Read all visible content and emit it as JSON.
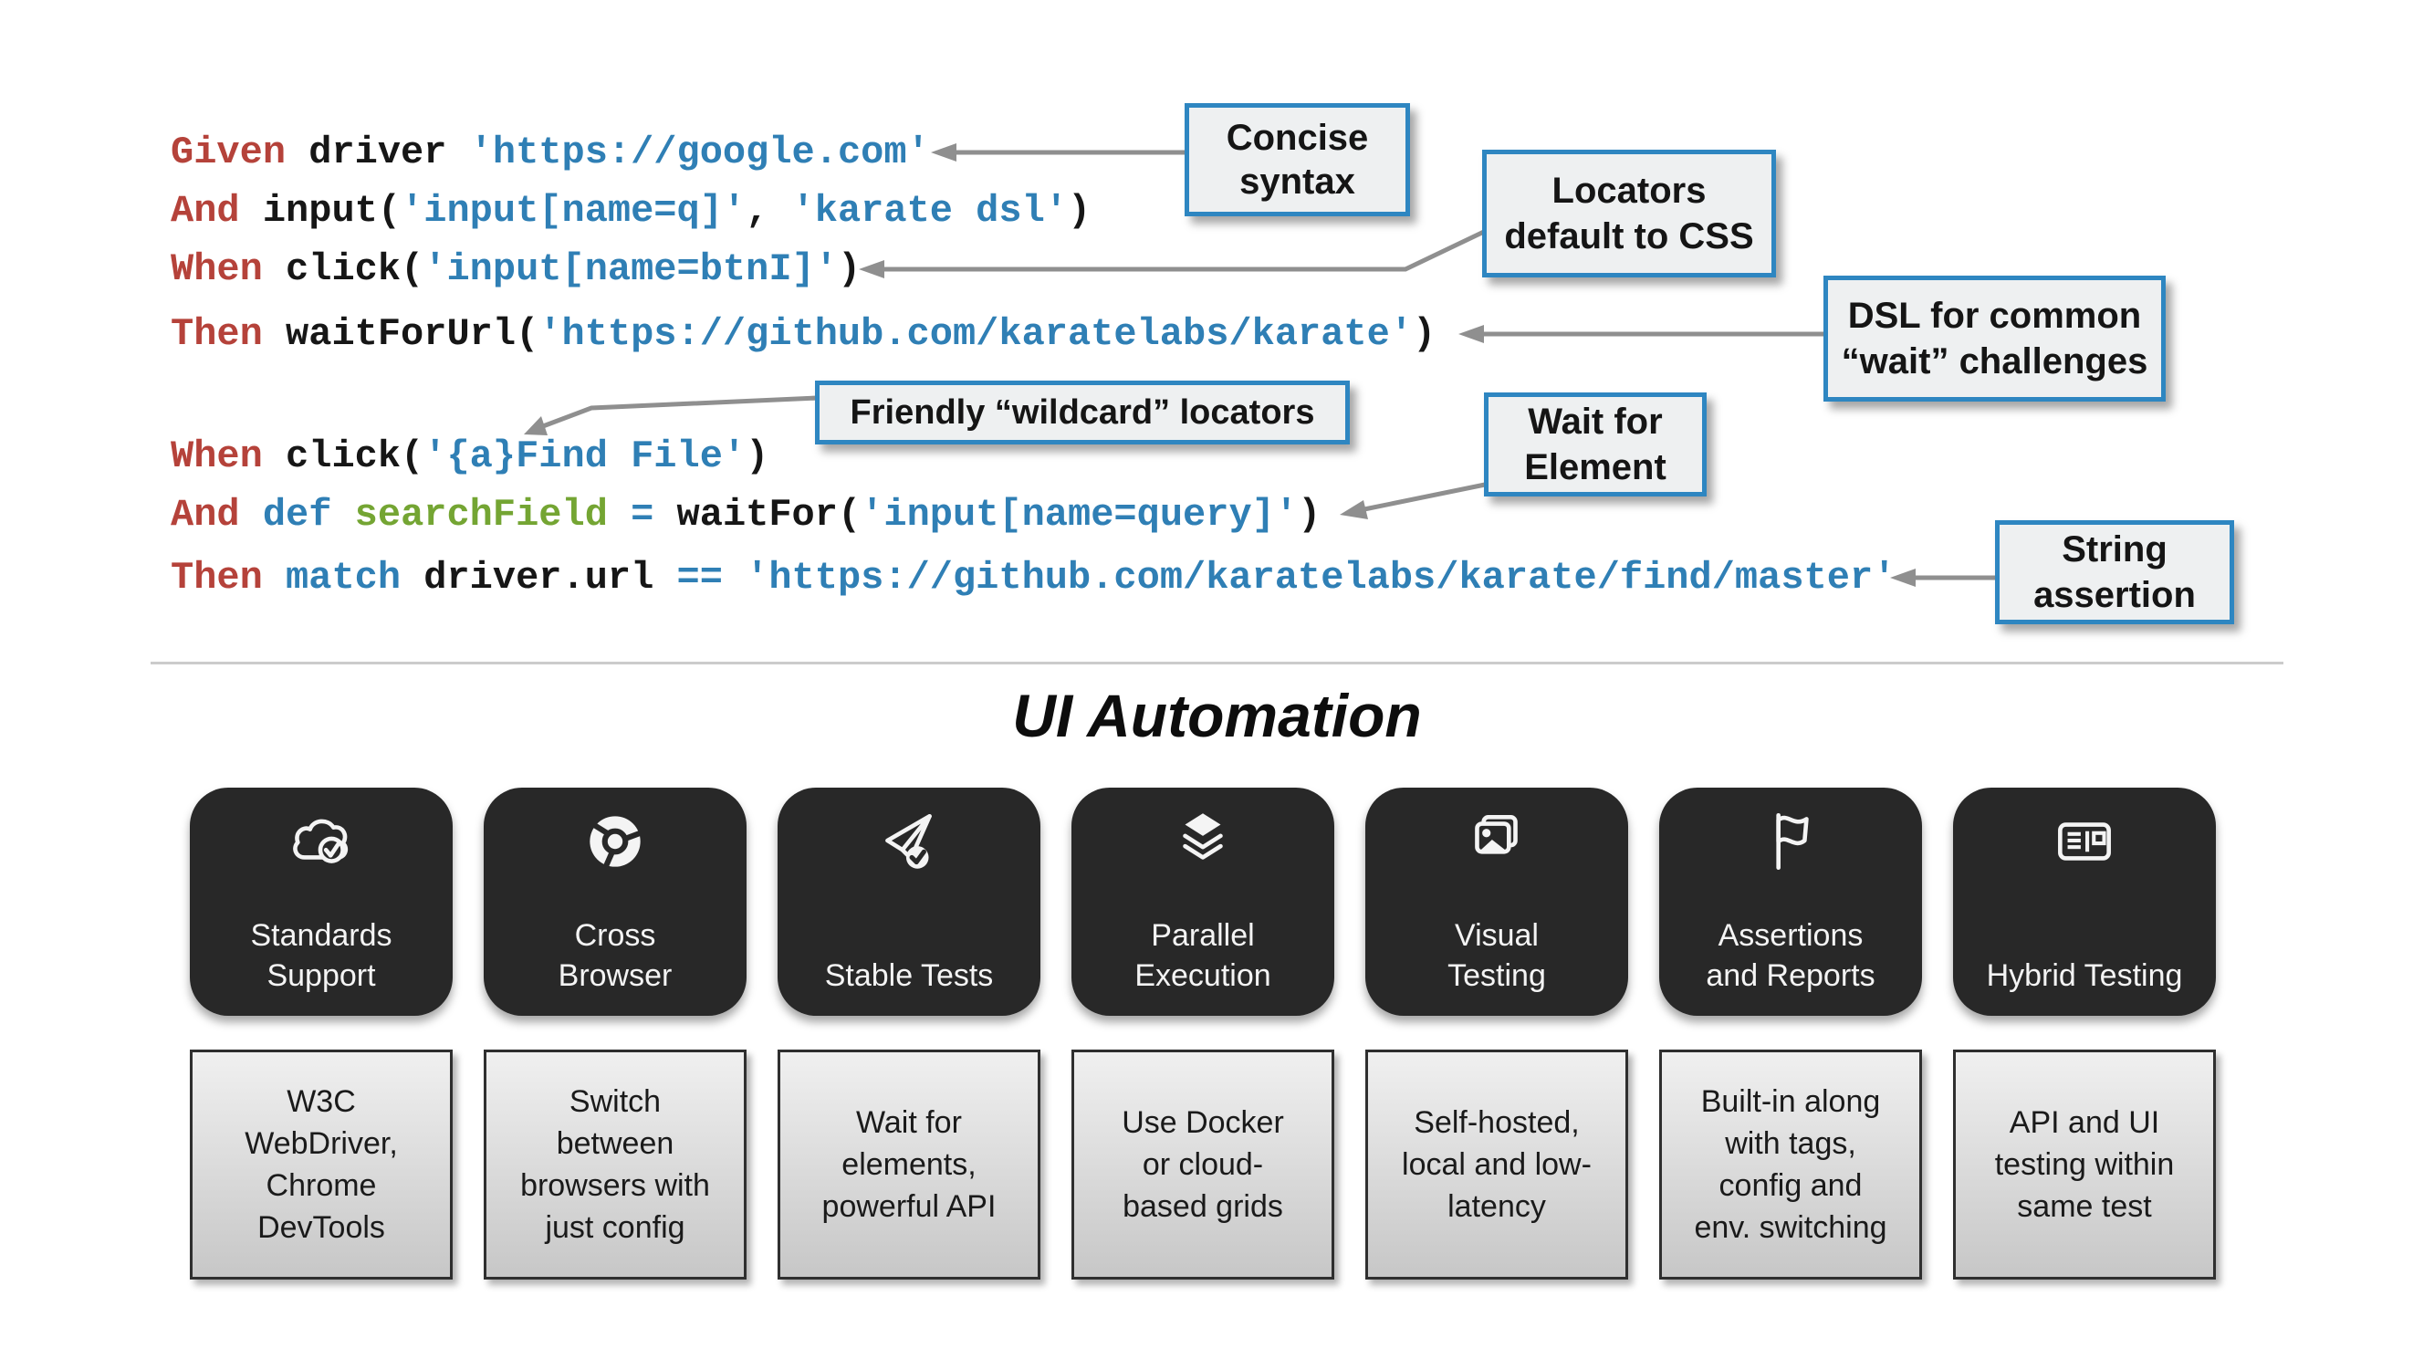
{
  "title": "UI Automation",
  "colors": {
    "keyword_red": "#b5423a",
    "string_blue": "#2f7fb5",
    "variable_green": "#74a533",
    "callout_border_blue": "#2e86c1",
    "arrow_gray": "#8f8f8f",
    "dark_card_bg": "#282828"
  },
  "code": {
    "lines": [
      {
        "tokens": [
          [
            "kw",
            "Given"
          ],
          [
            "plain",
            " driver "
          ],
          [
            "str",
            "'https://google.com'"
          ]
        ]
      },
      {
        "tokens": [
          [
            "kw",
            "And"
          ],
          [
            "plain",
            " input("
          ],
          [
            "str",
            "'input[name=q]'"
          ],
          [
            "plain",
            ", "
          ],
          [
            "str",
            "'karate dsl'"
          ],
          [
            "plain",
            ")"
          ]
        ]
      },
      {
        "tokens": [
          [
            "kw",
            "When"
          ],
          [
            "plain",
            " click("
          ],
          [
            "str",
            "'input[name=btnI]'"
          ],
          [
            "plain",
            ")"
          ]
        ]
      },
      {
        "tokens": [
          [
            "kw",
            "Then"
          ],
          [
            "plain",
            " waitForUrl("
          ],
          [
            "str",
            "'https://github.com/karatelabs/karate'"
          ],
          [
            "plain",
            ")"
          ]
        ]
      },
      {
        "tokens": [
          [
            "kw",
            "When"
          ],
          [
            "plain",
            " click("
          ],
          [
            "str",
            "'{a}Find File'"
          ],
          [
            "plain",
            ")"
          ]
        ]
      },
      {
        "tokens": [
          [
            "kw",
            "And"
          ],
          [
            "op",
            " def"
          ],
          [
            "var",
            " searchField"
          ],
          [
            "op",
            " ="
          ],
          [
            "plain",
            " waitFor("
          ],
          [
            "str",
            "'input[name=query]'"
          ],
          [
            "plain",
            ")"
          ]
        ]
      },
      {
        "tokens": [
          [
            "kw",
            "Then"
          ],
          [
            "op",
            " match"
          ],
          [
            "plain",
            " driver.url"
          ],
          [
            "op",
            " =="
          ],
          [
            "str",
            " 'https://github.com/karatelabs/karate/find/master'"
          ]
        ]
      }
    ]
  },
  "callouts": {
    "concise": {
      "label": "Concise\nsyntax"
    },
    "locators": {
      "label": "Locators\ndefault to CSS"
    },
    "dsl_wait": {
      "label": "DSL for common\n“wait” challenges"
    },
    "wildcard": {
      "label": "Friendly “wildcard” locators"
    },
    "wait_element": {
      "label": "Wait for\nElement"
    },
    "string_assertion": {
      "label": "String\nassertion"
    }
  },
  "features": [
    {
      "icon": "cloud-check-icon",
      "title": "Standards\nSupport",
      "desc": "W3C\nWebDriver,\nChrome\nDevTools"
    },
    {
      "icon": "chrome-icon",
      "title": "Cross\nBrowser",
      "desc": "Switch\nbetween\nbrowsers with\njust config"
    },
    {
      "icon": "paper-plane-check-icon",
      "title": "Stable Tests",
      "desc": "Wait for\nelements,\npowerful API"
    },
    {
      "icon": "layers-icon",
      "title": "Parallel\nExecution",
      "desc": "Use Docker\nor cloud-\nbased grids"
    },
    {
      "icon": "photos-icon",
      "title": "Visual\nTesting",
      "desc": "Self-hosted,\nlocal and low-\nlatency"
    },
    {
      "icon": "flag-icon",
      "title": "Assertions\nand Reports",
      "desc": "Built-in along\nwith tags,\nconfig and\nenv. switching"
    },
    {
      "icon": "postcard-icon",
      "title": "Hybrid Testing",
      "desc": "API and UI\ntesting within\nsame test"
    }
  ]
}
